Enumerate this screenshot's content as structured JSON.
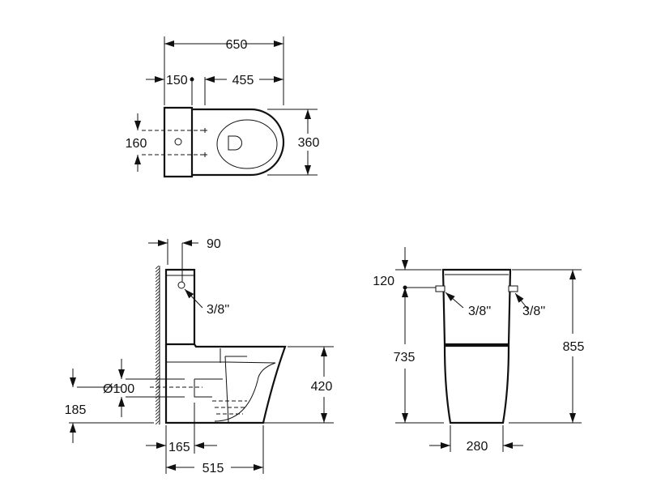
{
  "top_view": {
    "overall_length": "650",
    "tank_offset": "150",
    "bowl_length": "455",
    "inlet_spacing": "160",
    "width": "360"
  },
  "side_view": {
    "tank_inlet_offset": "90",
    "inlet_size": "3/8''",
    "outlet_diameter": "Ø100",
    "outlet_height": "185",
    "seat_height": "420",
    "outlet_distance": "165",
    "depth": "515"
  },
  "front_view": {
    "top_offset": "120",
    "inlet_left": "3/8''",
    "inlet_right": "3/8''",
    "inlet_height": "735",
    "total_height": "855",
    "base_width": "280"
  }
}
